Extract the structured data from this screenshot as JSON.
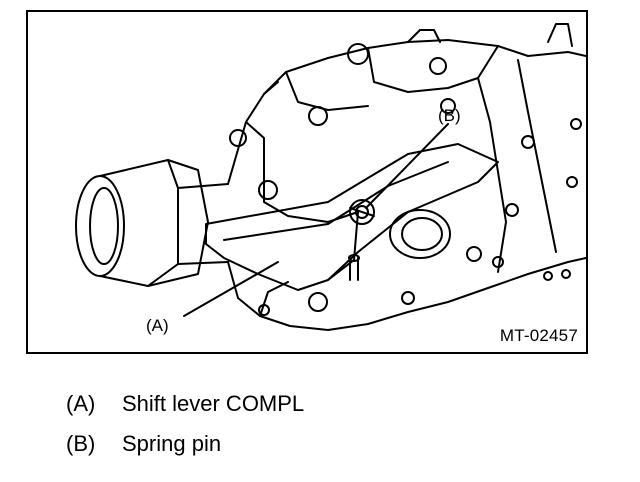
{
  "figure": {
    "code": "MT-02457",
    "callouts": {
      "a": "(A)",
      "b": "(B)"
    }
  },
  "legend": [
    {
      "key": "(A)",
      "label": "Shift lever COMPL"
    },
    {
      "key": "(B)",
      "label": "Spring pin"
    }
  ]
}
